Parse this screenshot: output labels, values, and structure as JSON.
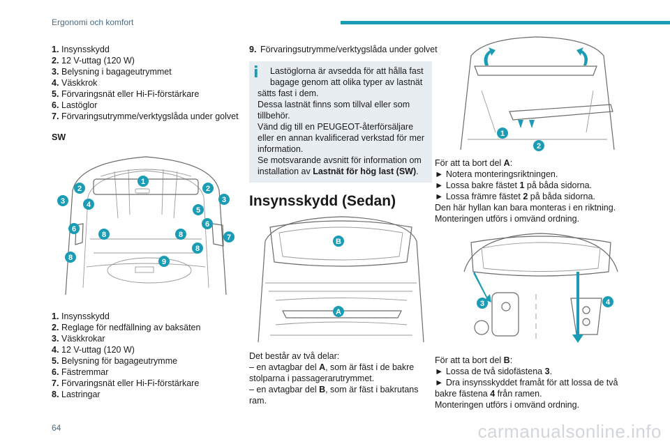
{
  "header": {
    "title": "Ergonomi och komfort"
  },
  "left": {
    "list1": [
      {
        "n": "1.",
        "t": "Insynsskydd"
      },
      {
        "n": "2.",
        "t": "12 V-uttag (120 W)"
      },
      {
        "n": "3.",
        "t": "Belysning i bagageutrymmet"
      },
      {
        "n": "4.",
        "t": "Väskkrok"
      },
      {
        "n": "5.",
        "t": "Förvaringsnät eller Hi-Fi-förstärkare"
      },
      {
        "n": "6.",
        "t": "Lastöglor"
      },
      {
        "n": "7.",
        "t": "Förvaringsutrymme/verktygslåda under golvet"
      }
    ],
    "section_label": "SW",
    "figure_badges": [
      "1",
      "2",
      "2",
      "3",
      "3",
      "4",
      "5",
      "6",
      "6",
      "7",
      "8",
      "8",
      "8",
      "8",
      "9"
    ],
    "list2": [
      {
        "n": "1.",
        "t": "Insynsskydd"
      },
      {
        "n": "2.",
        "t": "Reglage för nedfällning av baksäten"
      },
      {
        "n": "3.",
        "t": "Väskkrokar"
      },
      {
        "n": "4.",
        "t": "12 V-uttag (120 W)"
      },
      {
        "n": "5.",
        "t": "Belysning för bagageutrymme"
      },
      {
        "n": "6.",
        "t": "Fästremmar"
      },
      {
        "n": "7.",
        "t": "Förvaringsnät eller Hi-Fi-förstärkare"
      },
      {
        "n": "8.",
        "t": "Lastringar"
      }
    ]
  },
  "middle": {
    "item9": {
      "n": "9.",
      "t": "Förvaringsutrymme/verktygslåda under golvet"
    },
    "info": {
      "icon": "info-icon",
      "line1": "Lastöglorna är avsedda för att hålla fast",
      "line2": "bagage genom att olika typer av lastnät",
      "line3": "sätts fast i dem.",
      "line4": "Dessa lastnät finns som tillval eller som",
      "line5": "tillbehör.",
      "line6": "Vänd dig till en PEUGEOT-återförsäljare",
      "line7": "eller en annan kvalificerad verkstad för mer",
      "line8": "information.",
      "line9": "Se motsvarande avsnitt för information om",
      "line10_pre": "installation av ",
      "line10_bold": "Lastnät för hög last (SW)",
      "line10_post": "."
    },
    "heading": "Insynsskydd (Sedan)",
    "figure_badges": [
      "B",
      "A"
    ],
    "desc": {
      "l1": "Det består av två delar:",
      "l2_pre": "– en avtagbar del ",
      "l2_bold": "A",
      "l2_post": ", som är fäst i de bakre",
      "l3": "stolparna i passagerarutrymmet.",
      "l4_pre": "– en avtagbar del ",
      "l4_bold": "B",
      "l4_post": ", som är fäst i bakrutans",
      "l5": "ram."
    }
  },
  "right": {
    "fig1_badges": [
      "1",
      "2"
    ],
    "partA": {
      "l1_pre": "För att ta bort del ",
      "l1_bold": "A",
      "l1_post": ":",
      "l2": "► Notera monteringsriktningen.",
      "l3_pre": "► Lossa bakre fästet ",
      "l3_bold": "1",
      "l3_post": " på båda sidorna.",
      "l4_pre": "► Lossa främre fästet ",
      "l4_bold": "2",
      "l4_post": " på båda sidorna.",
      "l5": "Den här hyllan kan bara monteras i en riktning.",
      "l6": "Monteringen utförs i omvänd ordning."
    },
    "fig2_badges": [
      "3",
      "4"
    ],
    "partB": {
      "l1_pre": "För att ta bort del ",
      "l1_bold": "B",
      "l1_post": ":",
      "l2_pre": "► Lossa de två sidofästena ",
      "l2_bold": "3",
      "l2_post": ".",
      "l3": "► Dra insynsskyddet framåt för att lossa de två",
      "l4_pre": "bakre fästena ",
      "l4_bold": "4",
      "l4_post": " från ramen.",
      "l5": "Monteringen utförs i omvänd ordning."
    }
  },
  "footer": {
    "page_number": "64",
    "watermark": "carmanualsonline.info"
  },
  "colors": {
    "accent": "#1b9cb5",
    "header_text": "#4a6b86",
    "info_bg": "#e8edf1"
  }
}
